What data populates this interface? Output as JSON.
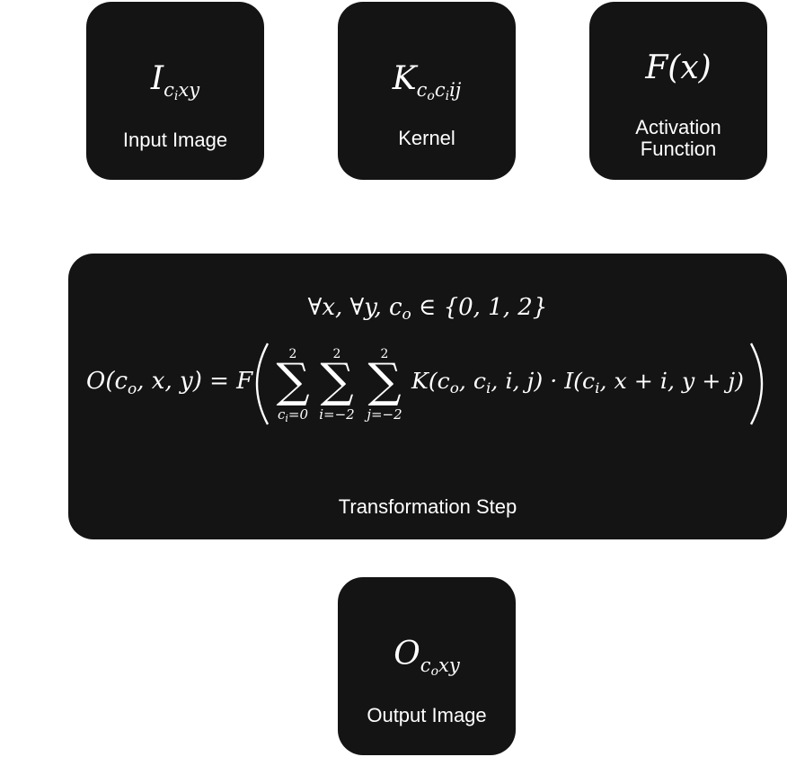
{
  "nodes": {
    "input": {
      "symbol_main": "I",
      "symbol_sub": "c",
      "symbol_subsub": "i",
      "symbol_sub_tail": "xy",
      "label": "Input Image"
    },
    "kernel": {
      "symbol_main": "K",
      "symbol_sub_a": "c",
      "symbol_subsub_a": "o",
      "symbol_sub_b": "c",
      "symbol_subsub_b": "i",
      "symbol_sub_tail": "ij",
      "label": "Kernel"
    },
    "activation": {
      "symbol": "F(x)",
      "label_line1": "Activation",
      "label_line2": "Function"
    },
    "transform": {
      "quantifier": "∀x, ∀y, c",
      "quantifier_sub": "o",
      "quantifier_tail": " ∈ {0, 1, 2}",
      "equation": {
        "lhs": "O(c",
        "lhs_sub": "o",
        "lhs_tail": ", x, y) = F",
        "sum1_upper": "2",
        "sum1_lower": "c",
        "sum1_lower_sub": "i",
        "sum1_lower_tail": "=0",
        "sum2_upper": "2",
        "sum2_lower": "i=−2",
        "sum3_upper": "2",
        "sum3_lower": "j=−2",
        "body_k": "K(c",
        "body_k_sub1": "o",
        "body_k_mid": ", c",
        "body_k_sub2": "i",
        "body_k_tail": ", i, j) · I(c",
        "body_i_sub": "i",
        "body_i_tail": ", x + i, y + j)",
        "sigma": "∑"
      },
      "label": "Transformation Step"
    },
    "output": {
      "symbol_main": "O",
      "symbol_sub": "c",
      "symbol_subsub": "o",
      "symbol_sub_tail": "xy",
      "label": "Output Image"
    }
  },
  "colors": {
    "node_fill": "#141414",
    "text": "#ffffff",
    "background": "#ffffff"
  }
}
